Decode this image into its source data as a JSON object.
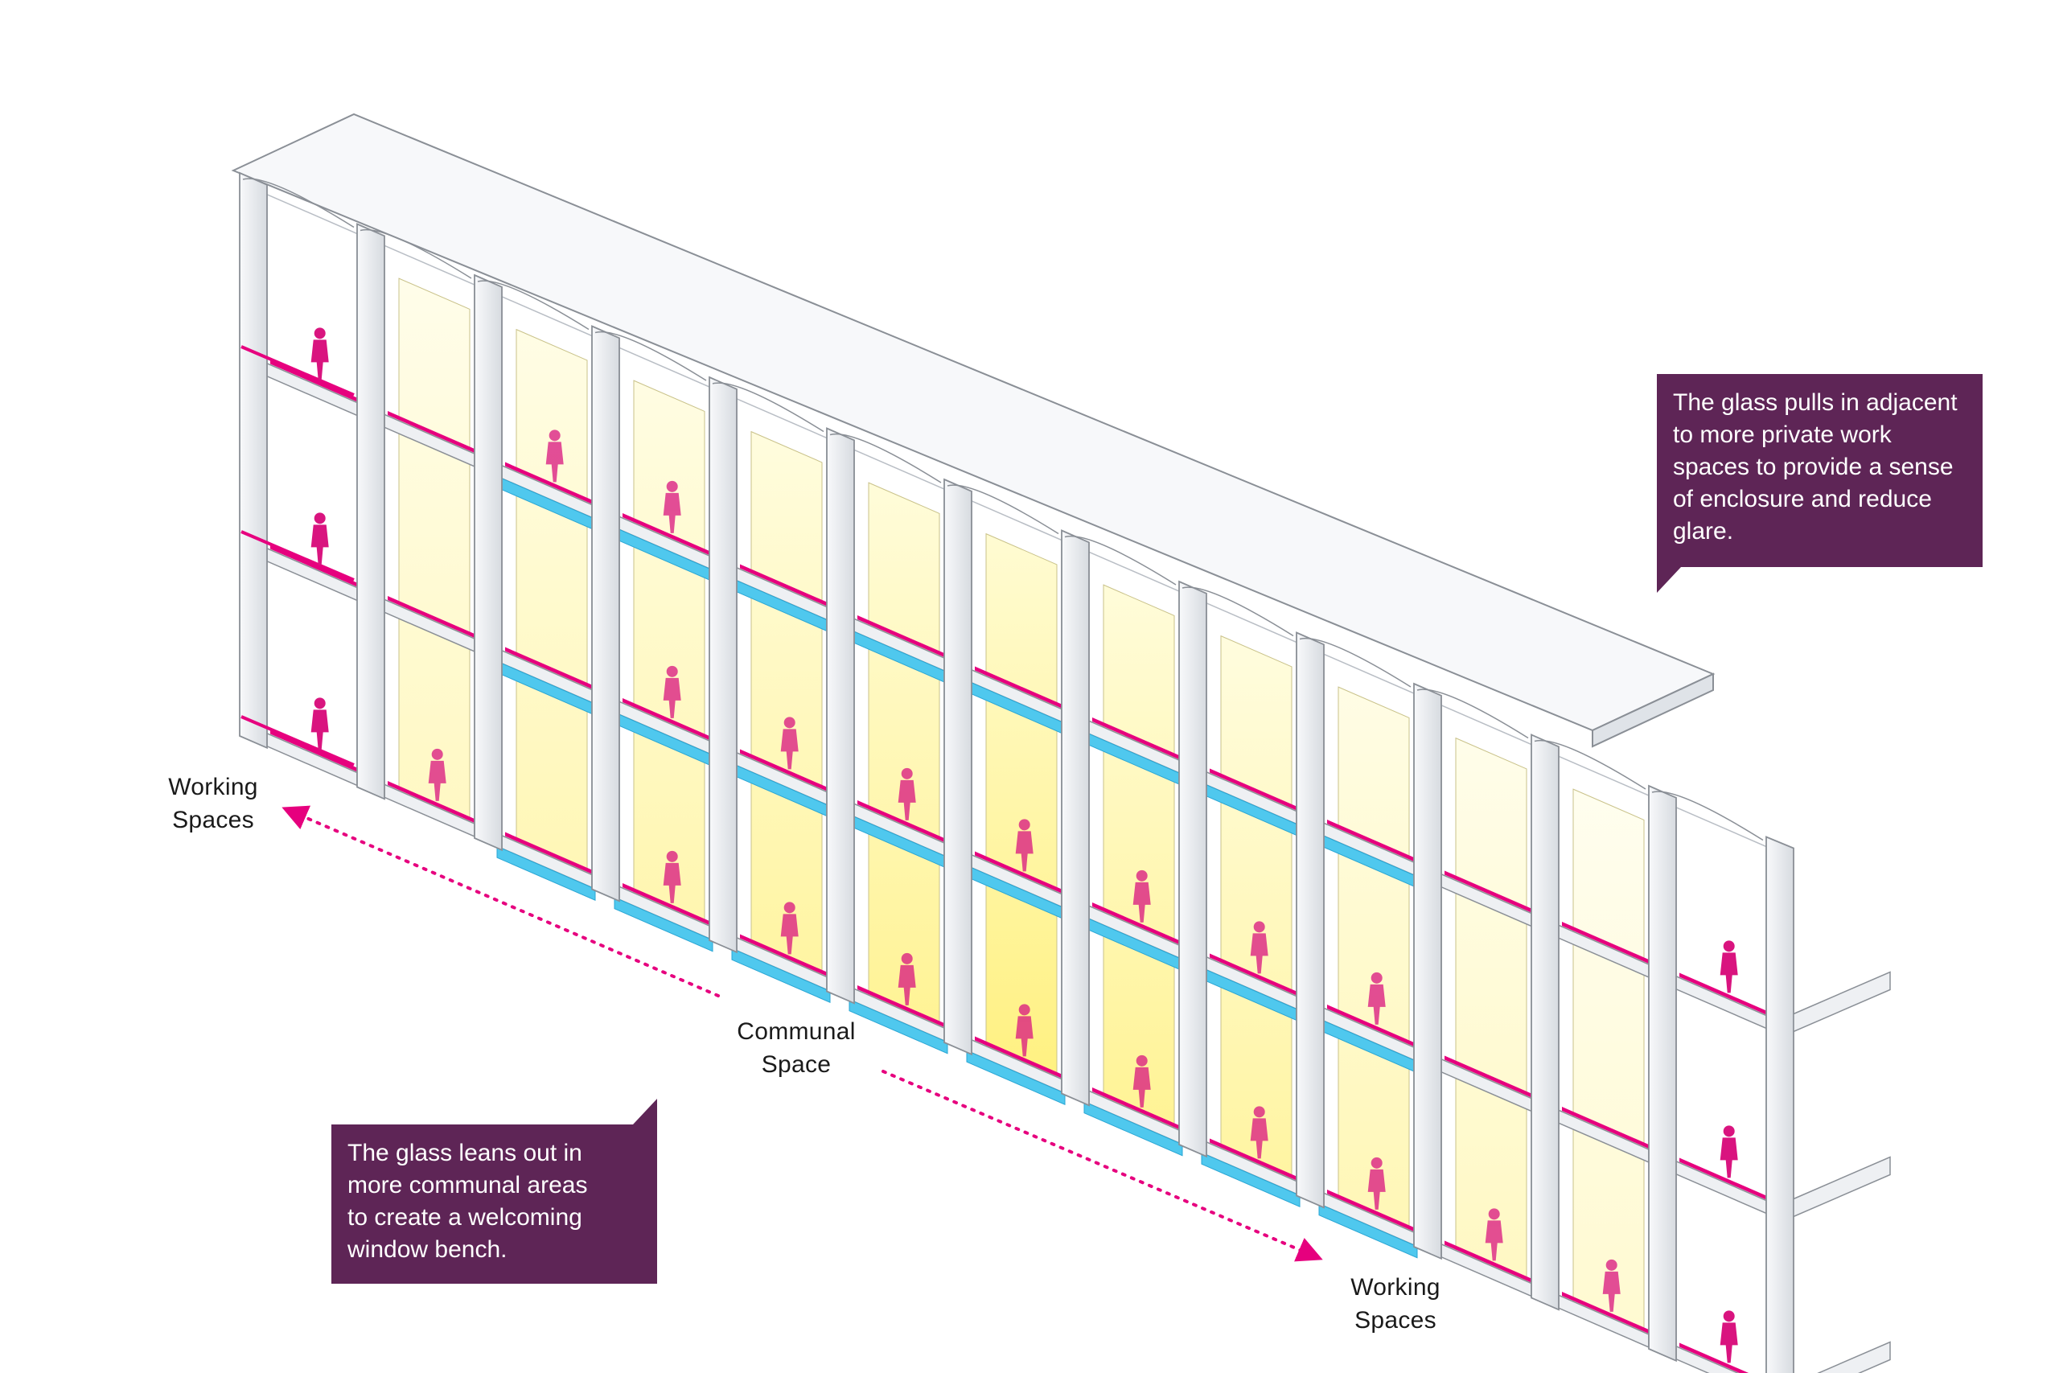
{
  "labels": {
    "working_left": [
      "Working",
      "Spaces"
    ],
    "communal": [
      "Communal",
      "Space"
    ],
    "working_right": [
      "Working",
      "Spaces"
    ]
  },
  "callouts": {
    "top_right": [
      "The glass pulls in adjacent",
      "to more private work",
      "spaces to provide a sense",
      "of enclosure and reduce",
      "glare."
    ],
    "bottom_left": [
      "The glass leans out in",
      "more communal areas",
      "to create a welcoming",
      "window bench."
    ]
  },
  "facade": {
    "bays": 13,
    "floors": 3,
    "glass_opacity_by_bay": [
      0.0,
      0.45,
      0.55,
      0.6,
      0.7,
      0.8,
      0.95,
      0.8,
      0.7,
      0.55,
      0.45,
      0.35,
      0.0
    ],
    "benches_out_by_bay": [
      false,
      false,
      true,
      true,
      true,
      true,
      true,
      true,
      true,
      true,
      false,
      false,
      false
    ]
  },
  "colors": {
    "callout_bg": "#5e2556",
    "magenta": "#e6007e",
    "cyan": "#4fc8ee",
    "glass_yellow": "#fff07a",
    "frame": "#eef0f3",
    "frame_line": "#8a8f96",
    "figure": "#d9147f"
  }
}
